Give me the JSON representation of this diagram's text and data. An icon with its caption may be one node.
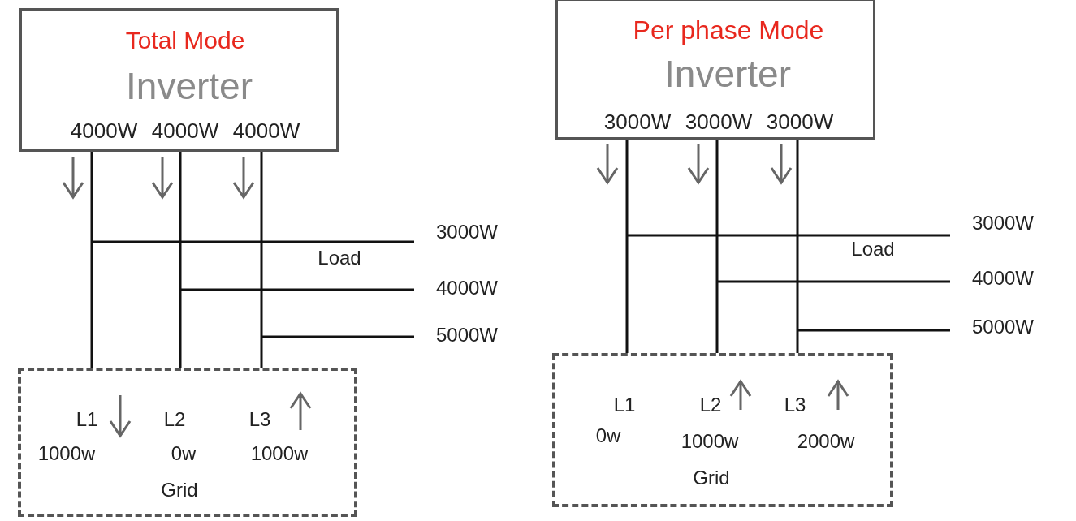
{
  "diagram": {
    "nodes": [
      {
        "text": [
          "Total Mode",
          "Inverter",
          "4000W",
          "4000W",
          "4000W"
        ]
      },
      {
        "text": [
          "L1",
          "1000w",
          "L2",
          "0w",
          "L3",
          "1000w",
          "Grid"
        ]
      },
      {
        "text": [
          "Per phase Mode",
          "Inverter",
          "3000W",
          "3000W",
          "3000W"
        ]
      },
      {
        "text": [
          "L1",
          "0w",
          "L2",
          "1000w",
          "L3",
          "2000w",
          "Grid"
        ]
      }
    ],
    "edges": [
      {
        "from": 0,
        "to": 1,
        "arrow": "none"
      },
      {
        "from": 0,
        "to": 1,
        "arrow": "none"
      },
      {
        "from": 0,
        "to": 1,
        "arrow": "none"
      },
      {
        "from": 2,
        "to": 3,
        "arrow": "none"
      },
      {
        "from": 2,
        "to": 3,
        "arrow": "none"
      },
      {
        "from": 2,
        "to": 3,
        "arrow": "none"
      }
    ],
    "labels": [
      "3000W",
      "Load",
      "4000W",
      "5000W",
      "3000W",
      "Load",
      "4000W",
      "5000W"
    ]
  }
}
